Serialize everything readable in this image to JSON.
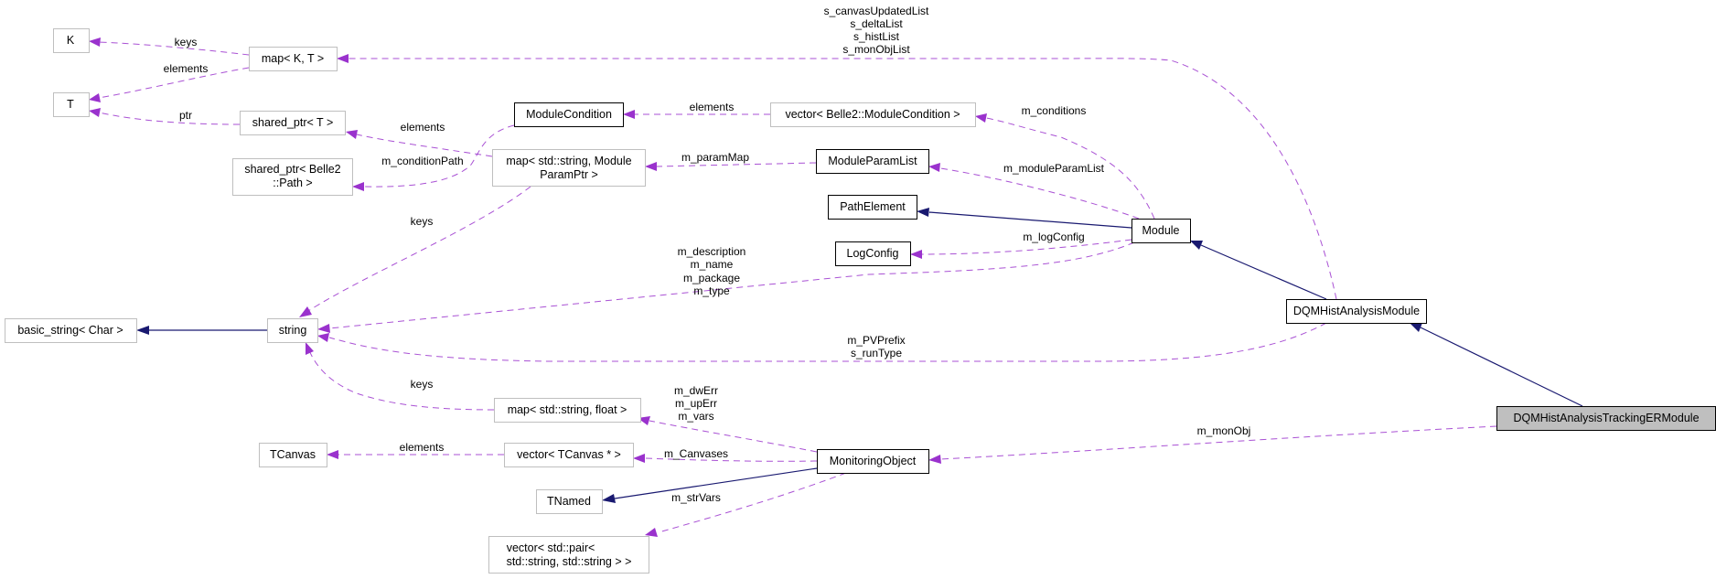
{
  "diagram": {
    "type": "collaboration-graph",
    "colors": {
      "usage_edge": "#9a32cd",
      "inheritance_edge": "#191970",
      "focus_fill": "#bfbfbf",
      "external_border": "#bfbfbf",
      "documented_border": "#000000"
    },
    "nodes": {
      "K": "K",
      "T": "T",
      "map_kt": "map< K, T >",
      "shared_ptr_t": "shared_ptr< T >",
      "shared_ptr_path_1": "shared_ptr< Belle2",
      "shared_ptr_path_2": "::Path >",
      "module_condition": "ModuleCondition",
      "vector_module_condition": "vector< Belle2::ModuleCondition >",
      "map_param_1": "map< std::string, Module",
      "map_param_2": "ParamPtr >",
      "module_param_list": "ModuleParamList",
      "path_element": "PathElement",
      "log_config": "LogConfig",
      "module": "Module",
      "basic_string": "basic_string< Char >",
      "string": "string",
      "dqm_hist_analysis_module": "DQMHistAnalysisModule",
      "map_string_float": "map< std::string, float >",
      "tcanvas": "TCanvas",
      "vector_tcanvas": "vector< TCanvas * >",
      "monitoring_object": "MonitoringObject",
      "tnamed": "TNamed",
      "vector_pair_1": "vector< std::pair<",
      "vector_pair_2": " std::string, std::string > >",
      "tracking_er_module": "DQMHistAnalysisTrackingERModule"
    },
    "edge_labels": {
      "map_kt_keys": "keys",
      "map_kt_elements": "elements",
      "shared_ptr_ptr": "ptr",
      "static_lists": [
        "s_canvasUpdatedList",
        "s_deltaList",
        "s_histList",
        "s_monObjList"
      ],
      "vector_cond_elements": "elements",
      "map_param_elements": "elements",
      "m_conditionPath": "m_conditionPath",
      "m_conditions": "m_conditions",
      "m_paramMap": "m_paramMap",
      "m_moduleParamList": "m_moduleParamList",
      "map_param_keys": "keys",
      "m_logConfig": "m_logConfig",
      "module_strings": [
        "m_description",
        "m_name",
        "m_package",
        "m_type"
      ],
      "dqm_strings": [
        "m_PVPrefix",
        "s_runType"
      ],
      "map_float_keys": "keys",
      "monobj_maps": [
        "m_dwErr",
        "m_upErr",
        "m_vars"
      ],
      "tcanvas_elements": "elements",
      "m_Canvases": "m_Canvases",
      "m_strVars": "m_strVars",
      "m_monObj": "m_monObj"
    }
  }
}
